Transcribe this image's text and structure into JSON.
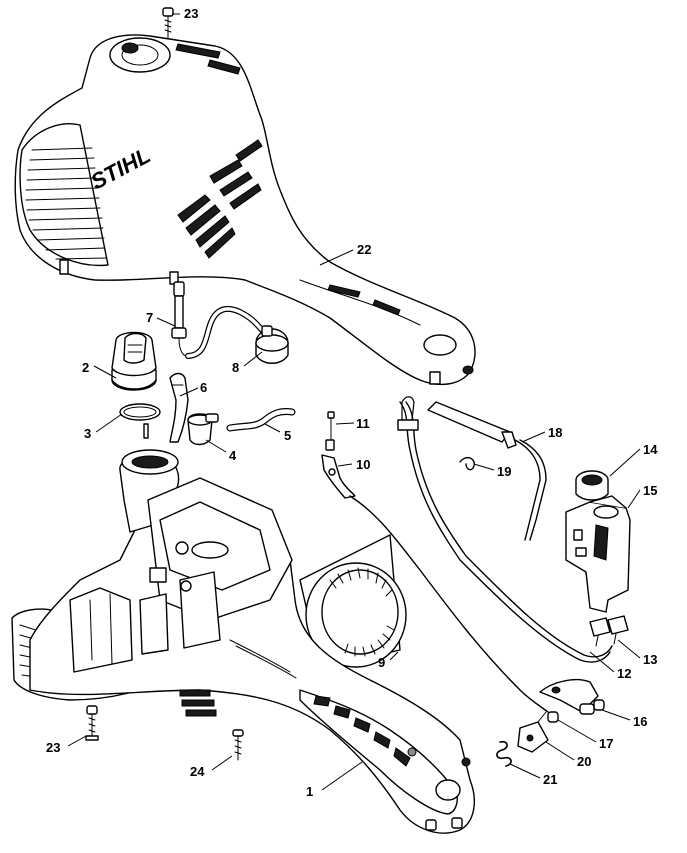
{
  "brand": "STIHL",
  "callouts": [
    {
      "id": "c23a",
      "text": "23"
    },
    {
      "id": "c22",
      "text": "22"
    },
    {
      "id": "c7",
      "text": "7"
    },
    {
      "id": "c8",
      "text": "8"
    },
    {
      "id": "c2",
      "text": "2"
    },
    {
      "id": "c6",
      "text": "6"
    },
    {
      "id": "c3",
      "text": "3"
    },
    {
      "id": "c4",
      "text": "4"
    },
    {
      "id": "c5",
      "text": "5"
    },
    {
      "id": "c11",
      "text": "11"
    },
    {
      "id": "c10",
      "text": "10"
    },
    {
      "id": "c18",
      "text": "18"
    },
    {
      "id": "c19",
      "text": "19"
    },
    {
      "id": "c14",
      "text": "14"
    },
    {
      "id": "c15",
      "text": "15"
    },
    {
      "id": "c9",
      "text": "9"
    },
    {
      "id": "c13",
      "text": "13"
    },
    {
      "id": "c12",
      "text": "12"
    },
    {
      "id": "c16",
      "text": "16"
    },
    {
      "id": "c17",
      "text": "17"
    },
    {
      "id": "c20",
      "text": "20"
    },
    {
      "id": "c21",
      "text": "21"
    },
    {
      "id": "c23b",
      "text": "23"
    },
    {
      "id": "c24",
      "text": "24"
    },
    {
      "id": "c1",
      "text": "1"
    }
  ]
}
